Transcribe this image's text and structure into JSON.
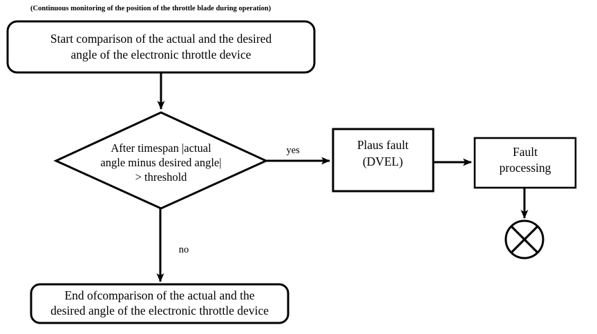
{
  "diagram": {
    "title_caption": "(Continuous monitoring of the position of the throttle blade during operation)",
    "type": "flowchart",
    "background_color": "#ffffff",
    "stroke_color": "#000000",
    "nodes": {
      "start": {
        "shape": "rounded-rectangle",
        "line1": "Start comparison of the actual and the desired",
        "line2": "angle of the electronic throttle device"
      },
      "decision": {
        "shape": "diamond",
        "line1": "After timespan |actual",
        "line2": "angle minus desired angle|",
        "line3": "> threshold"
      },
      "plaus_fault": {
        "shape": "rectangle",
        "line1": "Plaus fault",
        "line2": "(DVEL)"
      },
      "fault_processing": {
        "shape": "rectangle",
        "line1": "Fault",
        "line2": "processing"
      },
      "end": {
        "shape": "rounded-rectangle",
        "line1": "End ofcomparison of the actual and the",
        "line2": "desired angle of the electronic throttle device"
      },
      "terminator": {
        "shape": "crossed-circle",
        "label": "crossed-circle-icon"
      }
    },
    "edges": {
      "start_to_decision": {
        "label": ""
      },
      "decision_yes": {
        "label": "yes"
      },
      "decision_no": {
        "label": "no"
      },
      "plaus_to_processing": {
        "label": ""
      },
      "processing_to_terminator": {
        "label": ""
      }
    }
  }
}
